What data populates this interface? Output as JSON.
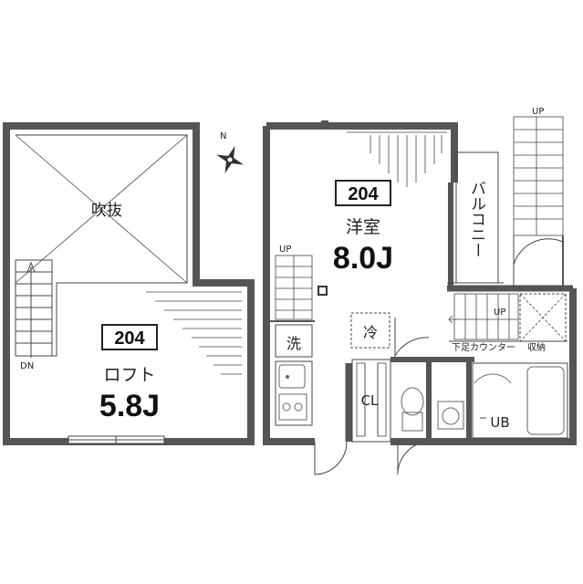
{
  "loft": {
    "void_label": "吹抜",
    "room_number": "204",
    "room_name": "ロフト",
    "size": "5.8J",
    "dn_label": "DN"
  },
  "main": {
    "room_number": "204",
    "room_name": "洋室",
    "size": "8.0J",
    "balcony_label": "バルコニー",
    "up_stair_label": "UP",
    "up_outer_label": "UP",
    "up_entry_label": "UP",
    "washer_label": "洗",
    "fridge_label": "冷",
    "closet_label": "CL",
    "unit_bath_label": "UB",
    "shoe_counter_label": "下足カウンター",
    "storage_label": "収納"
  },
  "compass": {
    "north_label": "N"
  },
  "colors": {
    "wall": "#555555",
    "line": "#444444",
    "fixture": "#666666"
  }
}
